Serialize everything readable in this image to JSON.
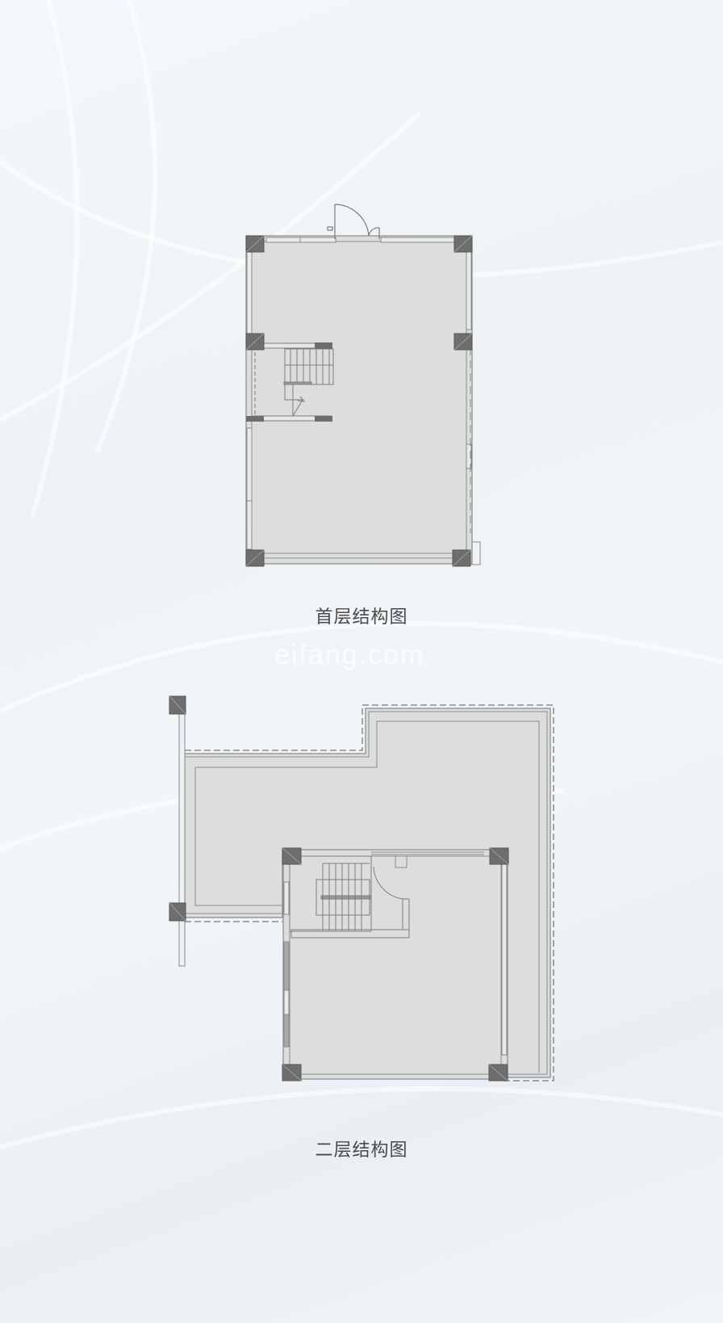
{
  "page": {
    "background_color": "#eef3f6",
    "floor_fill_color": "#dedfdf",
    "column_color": "#6f6f6f",
    "line_color": "#8a8a8a"
  },
  "floors": [
    {
      "id": "first-floor",
      "caption": "首层结构图"
    },
    {
      "id": "second-floor",
      "caption": "二层结构图"
    }
  ],
  "watermark": {
    "text": "eifang.com"
  }
}
